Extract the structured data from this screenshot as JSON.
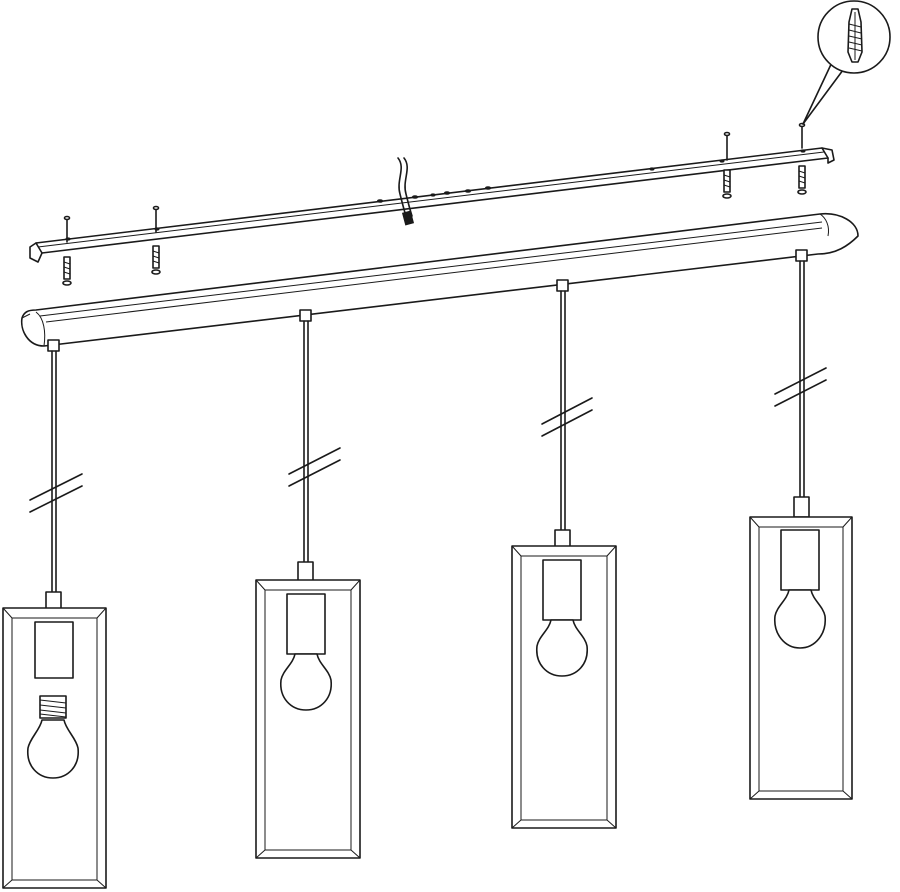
{
  "diagram": {
    "kind": "assembly-illustration",
    "line_color": "#1a1a1a",
    "background": "#ffffff",
    "components": [
      "mounting-bracket",
      "wall-plugs",
      "screws",
      "power-cable",
      "canopy-bar",
      "pendant-cords",
      "cage-shades",
      "lamp-sockets",
      "light-bulbs",
      "detail-callout"
    ],
    "pendant_count": 4,
    "screw_count": 4
  }
}
